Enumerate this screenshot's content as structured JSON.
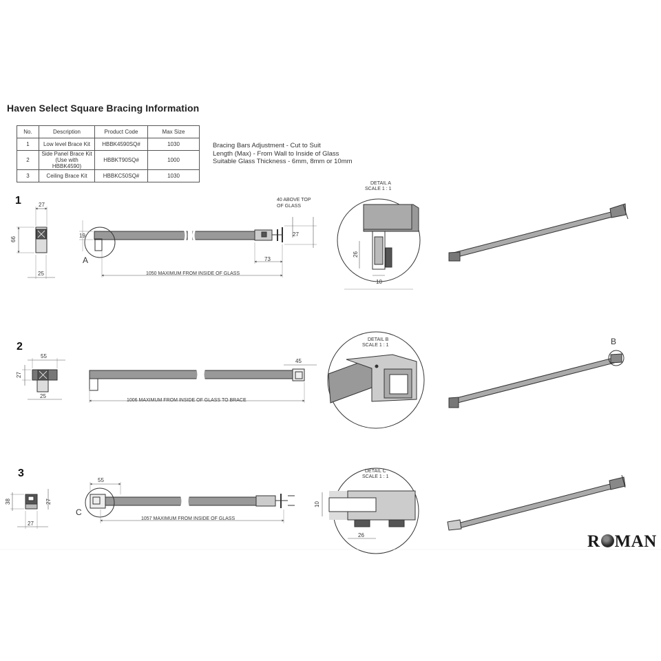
{
  "title": "Haven Select Square Bracing Information",
  "table": {
    "headers": [
      "No.",
      "Description",
      "Product Code",
      "Max Size"
    ],
    "rows": [
      {
        "no": "1",
        "desc": "Low level Brace Kit",
        "code": "HBBK4590SQ#",
        "max": "1030"
      },
      {
        "no": "2",
        "desc": "Side Panel Brace Kit",
        "desc2": "(Use with HBBK4590)",
        "code": "HBBKT90SQ#",
        "max": "1000"
      },
      {
        "no": "3",
        "desc": "Ceiling Brace Kit",
        "code": "HBBKC50SQ#",
        "max": "1030"
      }
    ]
  },
  "notes": [
    "Bracing Bars Adjustment - Cut to Suit",
    "Length (Max) - From Wall to Inside of Glass",
    "Suitable Glass Thickness - 6mm, 8mm or 10mm"
  ],
  "sections": {
    "s1": {
      "number": "1",
      "dims": {
        "w": "27",
        "h": "66",
        "b": "25",
        "left": "19",
        "right": "27",
        "end": "73",
        "top_note1": "40 ABOVE TOP",
        "top_note2": "OF GLASS"
      },
      "span_label": "1050 MAXIMUM FROM INSIDE OF GLASS",
      "detail_ref": "A",
      "detail_title": "DETAIL A",
      "detail_scale": "SCALE 1 : 1",
      "detail_dims": {
        "v": "26",
        "h": "10"
      }
    },
    "s2": {
      "number": "2",
      "dims": {
        "w": "55",
        "h": "27",
        "b": "25",
        "end": "45"
      },
      "span_label": "1006 MAXIMUM FROM INSIDE OF GLASS TO BRACE",
      "detail_ref": "B",
      "detail_title": "DETAIL B",
      "detail_scale": "SCALE 1 : 1"
    },
    "s3": {
      "number": "3",
      "dims": {
        "h": "38",
        "h2": "27",
        "b": "27",
        "end": "55"
      },
      "span_label": "1057 MAXIMUM FROM INSIDE OF GLASS",
      "detail_ref": "C",
      "detail_title": "DETAIL C",
      "detail_scale": "SCALE 1 : 1",
      "detail_dims": {
        "v": "10",
        "h": "26"
      }
    }
  },
  "logo": {
    "left": "R",
    "right": "MAN"
  }
}
